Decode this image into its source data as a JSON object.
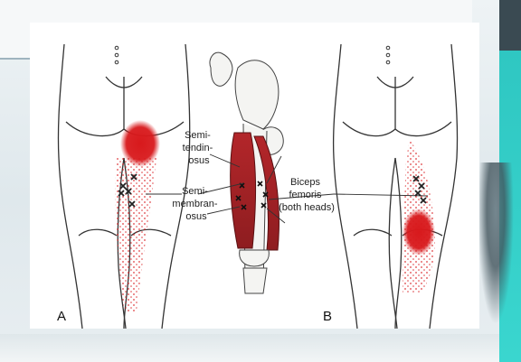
{
  "figure": {
    "panel_a_letter": "A",
    "panel_b_letter": "B",
    "labels": {
      "semitendinosus": [
        "Semi-",
        "tendin-",
        "osus"
      ],
      "semimembranosus": [
        "Semi-",
        "membran-",
        "osus"
      ],
      "biceps_femoris": [
        "Biceps",
        "femoris",
        "(both heads)"
      ]
    }
  },
  "colors": {
    "pain_red": "#d8191c",
    "muscle_red": "#b3262a",
    "teal": "#34cfc8"
  }
}
